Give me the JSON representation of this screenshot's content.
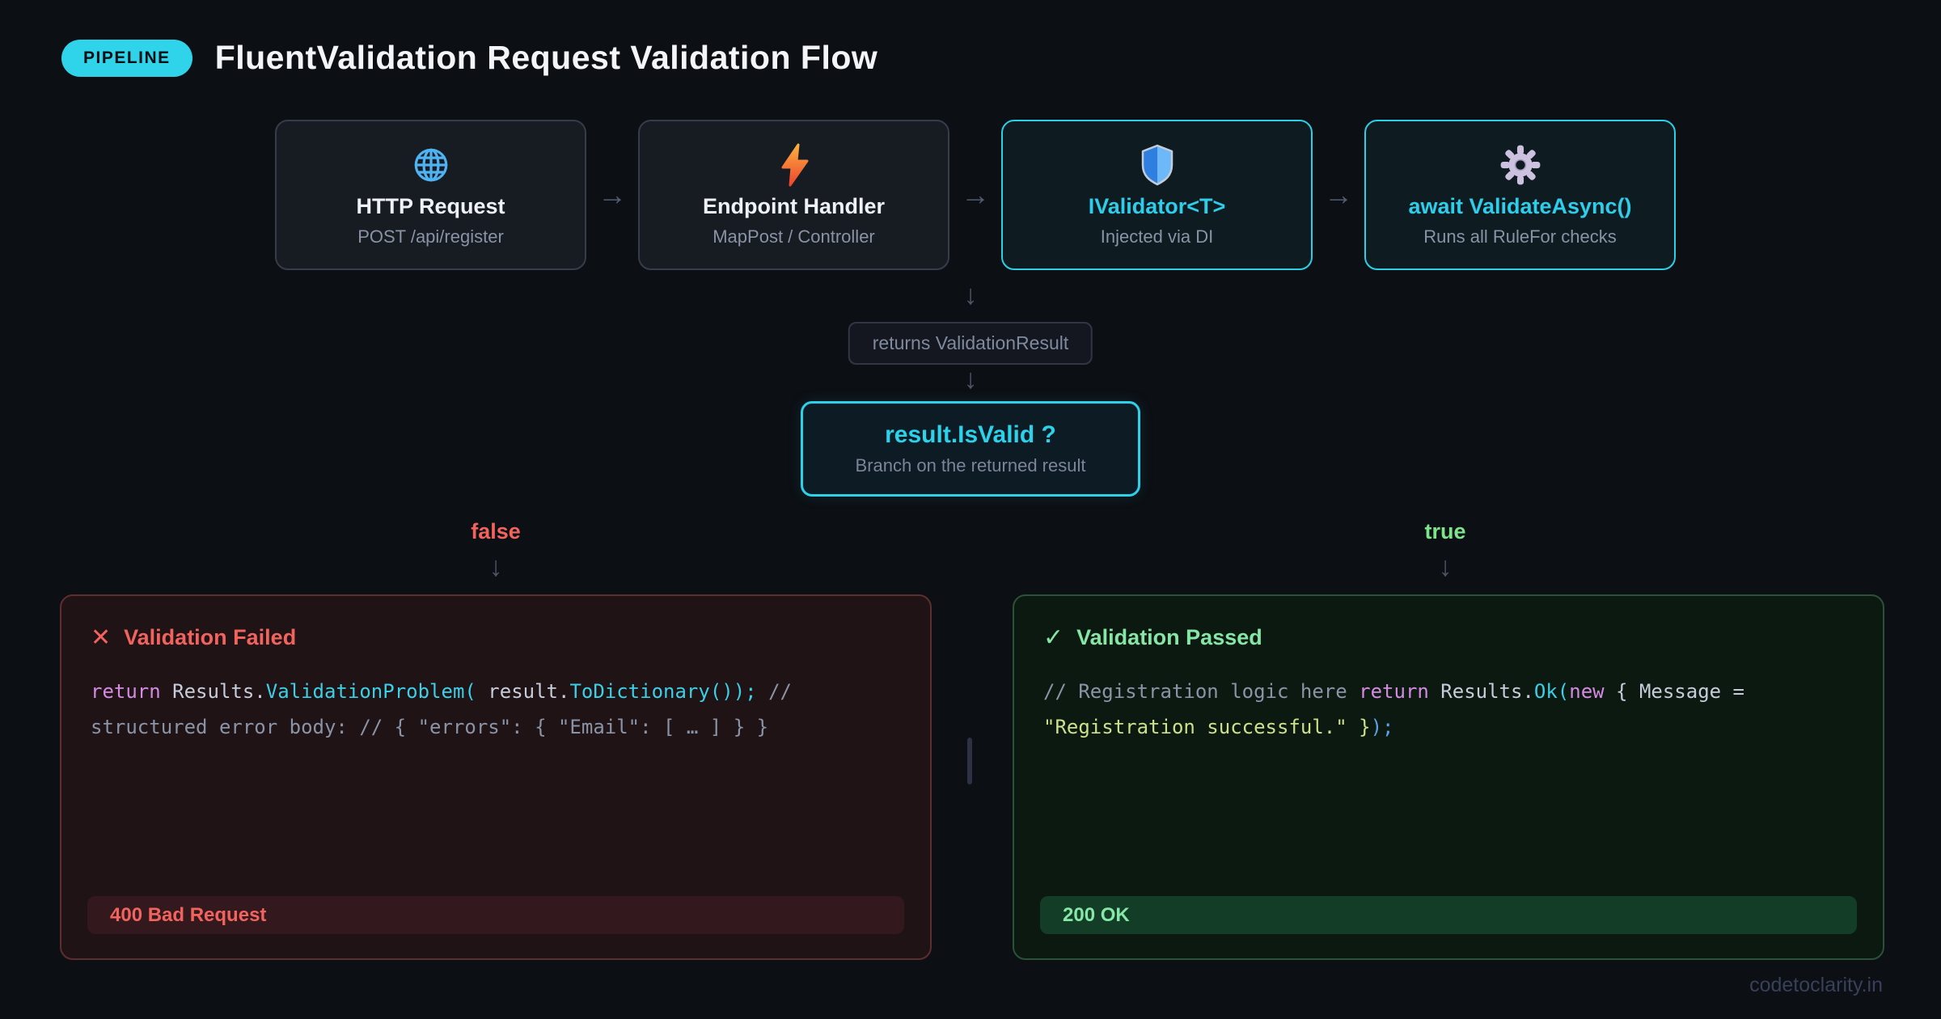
{
  "header": {
    "badge": "PIPELINE",
    "title": "FluentValidation Request Validation Flow"
  },
  "flow": {
    "arrow": "→",
    "down_arrow": "↓",
    "nodes": [
      {
        "icon": "globe-icon",
        "title": "HTTP Request",
        "subtitle": "POST /api/register"
      },
      {
        "icon": "bolt-icon",
        "title": "Endpoint Handler",
        "subtitle": "MapPost / Controller"
      },
      {
        "icon": "shield-icon",
        "title": "IValidator<T>",
        "subtitle": "Injected via DI"
      },
      {
        "icon": "gear-icon",
        "title": "await ValidateAsync()",
        "subtitle": "Runs all RuleFor checks"
      }
    ]
  },
  "pipeline": {
    "returns_label": "returns ValidationResult",
    "decision_title": "result.IsValid ?",
    "decision_subtitle": "Branch on the returned result"
  },
  "branches": {
    "false_label": "false",
    "true_label": "true"
  },
  "failed": {
    "icon": "✕",
    "header": "Validation Failed",
    "status": "400 Bad Request",
    "code_tokens": [
      {
        "t": "return",
        "s": "kw"
      },
      {
        "t": " Results.",
        "s": "plain"
      },
      {
        "t": "ValidationProblem(",
        "s": "fn"
      },
      {
        "t": " result.",
        "s": "plain"
      },
      {
        "t": "ToDictionary());",
        "s": "fn"
      },
      {
        "t": " // structured error body: // { \"errors\": { \"Email\": [ … ] } }",
        "s": "cm"
      }
    ]
  },
  "passed": {
    "icon": "✓",
    "header": "Validation Passed",
    "status": "200 OK",
    "code_tokens": [
      {
        "t": "// Registration logic here ",
        "s": "cm"
      },
      {
        "t": "return",
        "s": "kw"
      },
      {
        "t": " Results.",
        "s": "plain"
      },
      {
        "t": "Ok(",
        "s": "fn"
      },
      {
        "t": "new",
        "s": "kw"
      },
      {
        "t": " { Message = ",
        "s": "plain"
      },
      {
        "t": "\"Registration successful.\"",
        "s": "str"
      },
      {
        "t": " }",
        "s": "str"
      },
      {
        "t": ");",
        "s": "pb"
      }
    ]
  },
  "footer": {
    "watermark": "codetoclarity.in"
  },
  "colors": {
    "background": "#0c0f14",
    "accent_cyan": "#2bd2ea",
    "error_red": "#f2635e",
    "success_green": "#7de48a",
    "arrow_gray": "#4e5569",
    "card_bg": "#171b22",
    "failed_bg": "#1f1316",
    "passed_bg": "#0c1911"
  }
}
